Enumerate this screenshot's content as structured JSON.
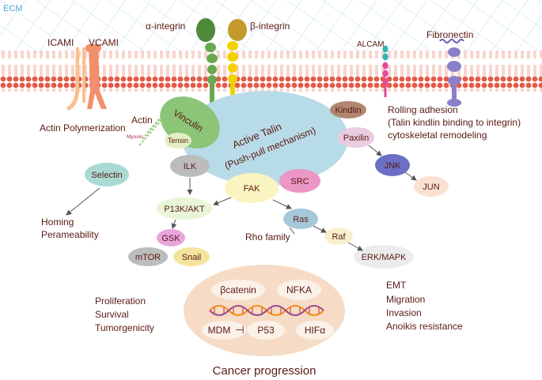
{
  "ecm_label": "ECM",
  "receptors": {
    "alpha_integrin": "α-integrin",
    "beta_integrin": "β-integrin",
    "icam": "ICAMI",
    "vcam": "VCAMI",
    "alcam": "ALCAM",
    "fibronectin": "Fibronectin"
  },
  "cytoskeleton": {
    "actin": "Actin",
    "myosin": "Myosin",
    "actin_polymerization": "Actin Polymerization"
  },
  "nodes": {
    "vinculin": "Vinculin",
    "tensin": "Tensin",
    "active_talin_line1": "Active Talin",
    "active_talin_line2": "(Push-pull mechanism)",
    "kindlin": "Kindlin",
    "paxilin": "Paxilin",
    "jnk": "JNK",
    "jun": "JUN",
    "ilk": "ILK",
    "selectin": "Selectin",
    "fak": "FAK",
    "src": "SRC",
    "p13k_akt": "P13K/AKT",
    "ras": "Ras",
    "raf": "Raf",
    "gsk": "GSK",
    "mtor": "mTOR",
    "snail": "Snail",
    "erk_mapk": "ERK/MAPK",
    "rho_family": "Rho family"
  },
  "rolling_adhesion": [
    "Rolling adhesion",
    "(Talin kindlin binding to integrin)",
    "cytoskeletal remodeling"
  ],
  "homing": [
    "Homing",
    "Perameability"
  ],
  "left_outcomes": [
    "Proliferation",
    "Survival",
    "Tumorgenicity"
  ],
  "right_outcomes": [
    "EMT",
    "Migration",
    "Invasion",
    "Anoikis resistance"
  ],
  "nucleus": {
    "bcatenin": "βcatenin",
    "nfka": "NFKA",
    "mdm": "MDM",
    "inhibit": "⊣",
    "p53": "P53",
    "hifa": "HIFα"
  },
  "caption": "Cancer progression",
  "colors": {
    "text": "#5a1a14",
    "membrane": "#e05545",
    "ecm_mesh": "#9fd4ea",
    "talin": "#b5d9e6",
    "vinculin": "#8cc478",
    "nucleus": "#f6dcc6"
  }
}
